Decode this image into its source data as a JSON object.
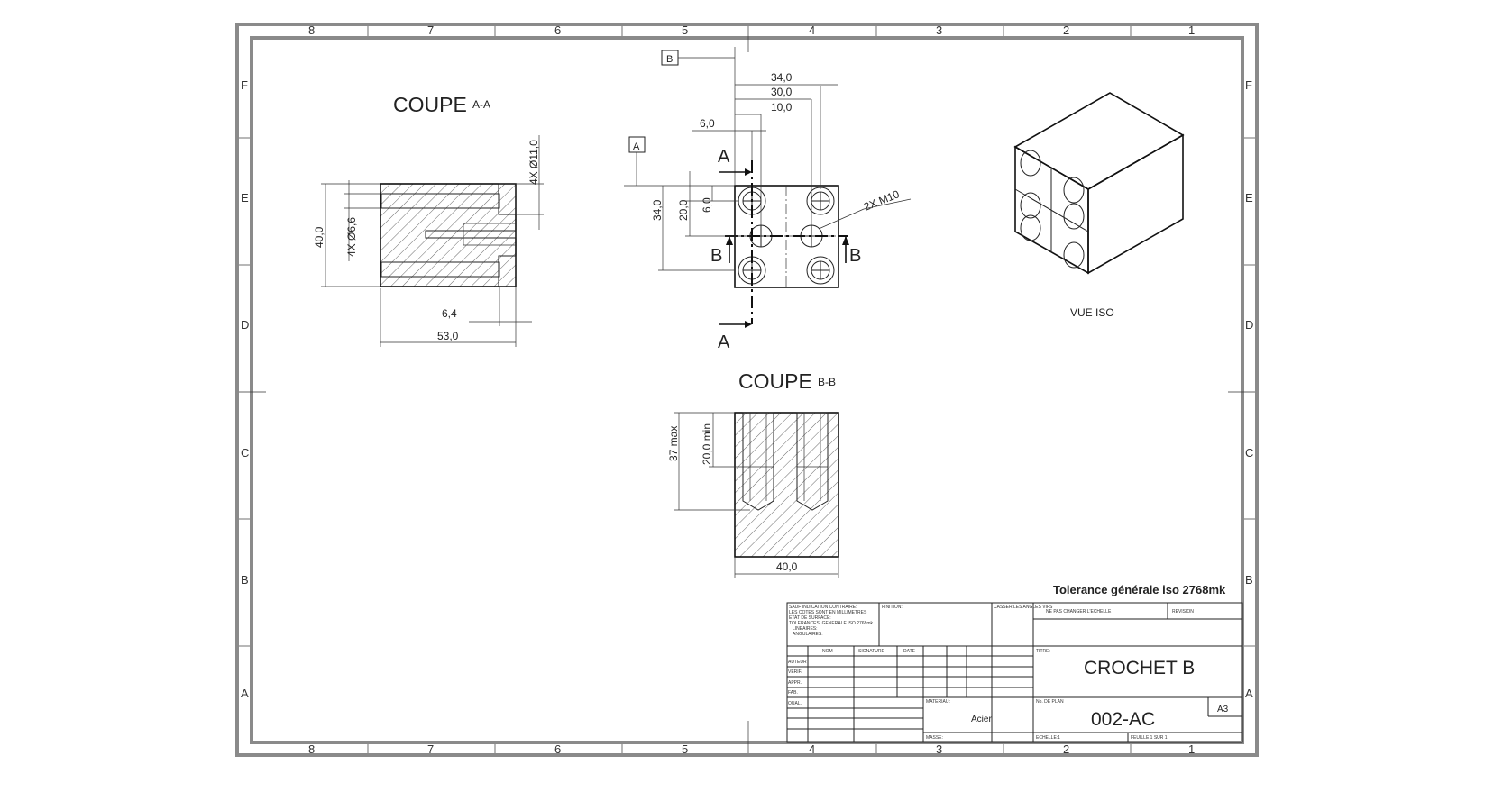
{
  "border": {
    "columns": [
      "8",
      "7",
      "6",
      "5",
      "4",
      "3",
      "2",
      "1"
    ],
    "rows": [
      "F",
      "E",
      "D",
      "C",
      "B",
      "A"
    ]
  },
  "section_aa": {
    "title": "COUPE",
    "title_suffix": "A-A",
    "dims": {
      "height": "40,0",
      "bore_small": "4X Ø6,6",
      "bore_large": "4X Ø11,0",
      "counterbore_depth": "6,4",
      "length": "53,0"
    }
  },
  "front_view": {
    "datum_a": "A",
    "datum_b": "B",
    "cut_a_label": "A",
    "cut_b_label": "B",
    "thread_callout": "2X M10",
    "dims": {
      "w34": "34,0",
      "w30": "30,0",
      "w10": "10,0",
      "w6": "6,0",
      "h34": "34,0",
      "h20": "20,0",
      "h6": "6,0"
    }
  },
  "section_bb": {
    "title": "COUPE",
    "title_suffix": "B-B",
    "dims": {
      "drill_depth": "37 max",
      "thread_depth": "20,0 min",
      "width": "40,0"
    }
  },
  "iso_view": {
    "label": "VUE ISO"
  },
  "title_block": {
    "tolerance_note": "Tolerance générale iso 2768mk",
    "notes_lines": [
      "SAUF INDICATION CONTRAIRE:",
      "LES COTES SONT EN MILLIMETRES",
      "ETAT DE SURFACE:",
      "TOLERANCES: GENERALE ISO 2768mk",
      "LINEAIRES:",
      "ANGULAIRES:"
    ],
    "finition_label": "FINITION:",
    "casser_label": "CASSER LES ANGLES VIFS",
    "no_scale_label": "NE PAS CHANGER L'ECHELLE",
    "revision_label": "REVISION",
    "col_headers": [
      "NOM",
      "SIGNATURE",
      "DATE"
    ],
    "row_labels": [
      "AUTEUR",
      "VERIF.",
      "APPR.",
      "FAB.",
      "QUAL."
    ],
    "titre_label": "TITRE:",
    "title": "CROCHET B",
    "material_label": "MATERIAU:",
    "material": "Acier",
    "drawing_no_label": "No. DE PLAN",
    "drawing_no": "002-AC",
    "sheet_size": "A3",
    "masse_label": "MASSE:",
    "echelle_label": "ECHELLE:1",
    "feuille_label": "FEUILLE 1 SUR 1"
  }
}
